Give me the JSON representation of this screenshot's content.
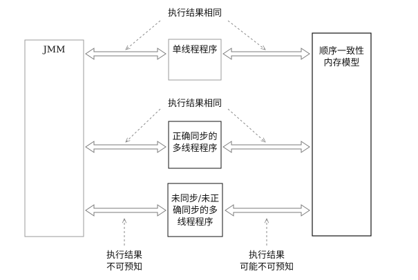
{
  "jmm": {
    "label": "JMM"
  },
  "seq_model": {
    "label": "顺序一致性\n内存模型"
  },
  "programs": {
    "single": "单线程程序",
    "sync": "正确同步的\n多线程程序",
    "unsync": "未同步/未正\n确同步的多\n线程程序"
  },
  "notes": {
    "same_top": "执行结果相同",
    "same_mid": "执行结果相同",
    "unpredictable_left": "执行结果\n不可预知",
    "unpredictable_right": "执行结果\n可能不可预知"
  },
  "colors": {
    "line": "#7a7a7a",
    "dash": "#8a8a8a",
    "text": "#111111"
  }
}
